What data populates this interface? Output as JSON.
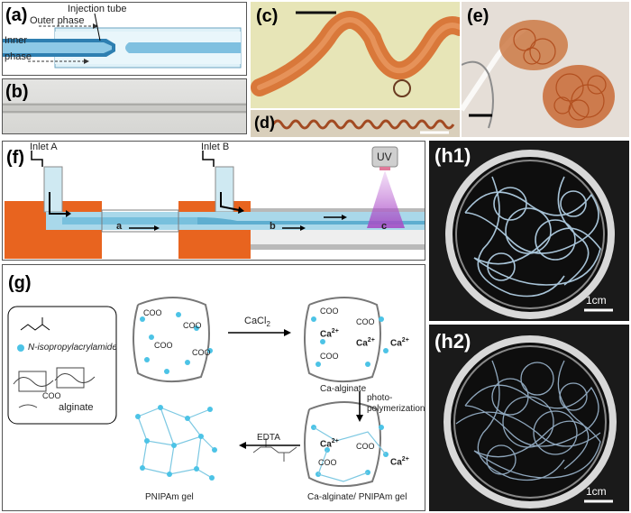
{
  "panels": {
    "a": {
      "label": "(a)",
      "injection_tube": "Injection tube",
      "outer_phase": "Outer phase",
      "inner_phase_1": "Inner",
      "inner_phase_2": "phase"
    },
    "b": {
      "label": "(b)"
    },
    "c": {
      "label": "(c)"
    },
    "d": {
      "label": "(d)"
    },
    "e": {
      "label": "(e)"
    },
    "f": {
      "label": "(f)",
      "inlet_a": "Inlet A",
      "inlet_b": "Inlet B",
      "uv": "UV",
      "seg_a": "a",
      "seg_b": "b",
      "seg_c": "c"
    },
    "g": {
      "label": "(g)",
      "monomer": "N-isopropylacrylamide",
      "alginate": "alginate",
      "cacl2": "CaCl",
      "cacl2_sub": "2",
      "ca_alginate": "Ca-alginate",
      "photo1": "photo-",
      "photo2": "polymerization",
      "edta": "EDTA",
      "pnipam": "PNIPAm gel",
      "ca_alg_pnipam": "Ca-alginate/ PNIPAm gel",
      "coo": "COO",
      "ca": "Ca",
      "ca_sup": "2+"
    },
    "h1": {
      "label": "(h1)",
      "scale": "1cm"
    },
    "h2": {
      "label": "(h2)",
      "scale": "1cm"
    }
  },
  "colors": {
    "fiber_orange": "#d9783a",
    "fluid_blue": "#a9d8ea",
    "orange_block": "#e8641f",
    "cyan_dot": "#4cc3e6",
    "dark_dish": "#141414"
  }
}
